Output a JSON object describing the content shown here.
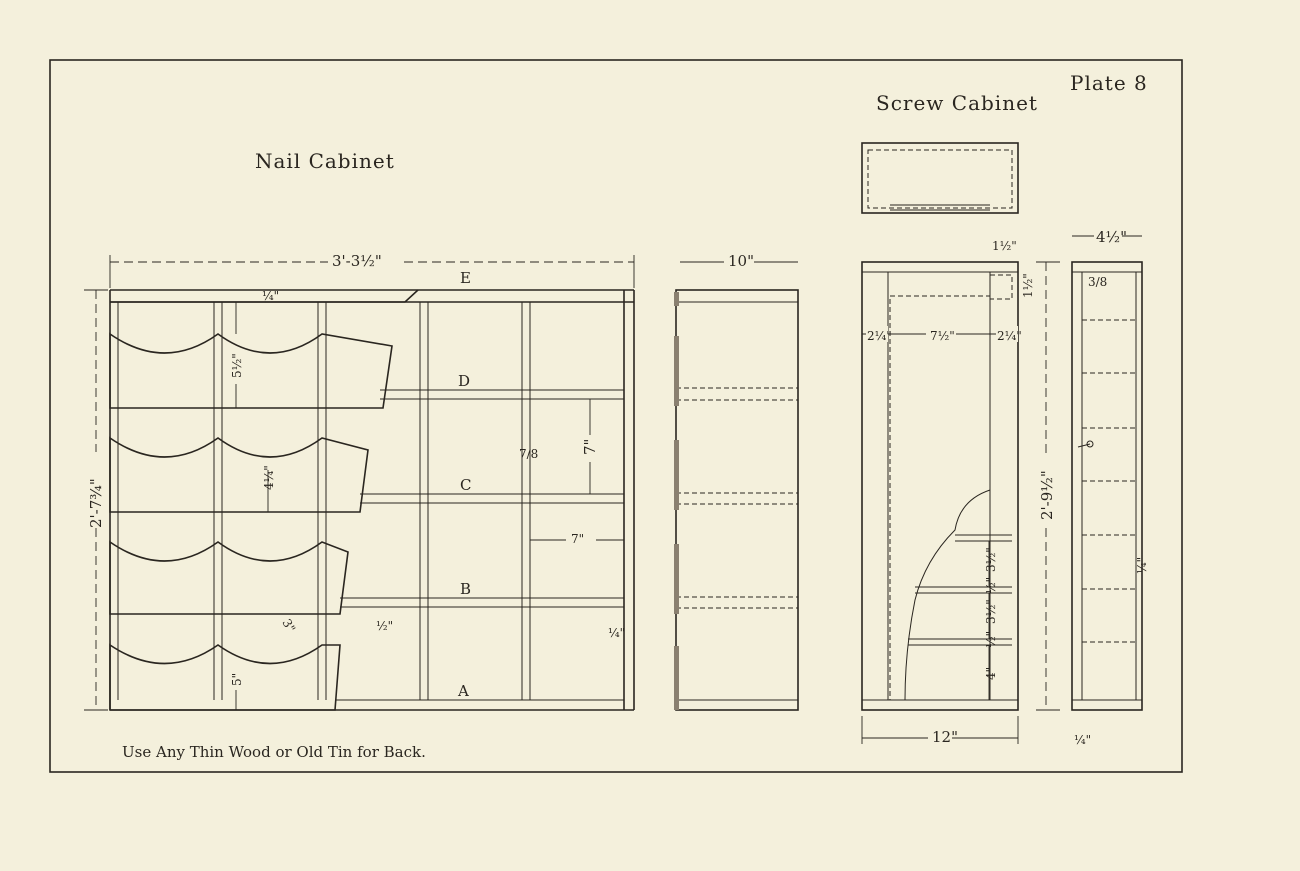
{
  "plate_label": "Plate 8",
  "nail_cabinet": {
    "title": "Nail Cabinet",
    "width_dim": "3'-3½\"",
    "height_dim": "2'-7¾\"",
    "shelf_labels": [
      "E",
      "D",
      "C",
      "B",
      "A"
    ],
    "dims": {
      "top_rail": "¼\"",
      "drawer_high": "5½\"",
      "drawer_mid": "4¼\"",
      "drawer_low": "5\"",
      "scallop": "3\"",
      "divider": "7/8",
      "compartment_h": "7\"",
      "compartment_w": "7\"",
      "shelf_thk": "½\"",
      "bottom_thk": "¼\""
    },
    "side_depth": "10\"",
    "note": "Use Any Thin Wood or Old Tin for Back."
  },
  "screw_cabinet": {
    "title": "Screw Cabinet",
    "top_dim": "1½\"",
    "top_dim2": "1½\"",
    "side_left": "2¼\"",
    "inner_w": "7½\"",
    "side_right": "2¼\"",
    "height": "2'-9½\"",
    "shelf_gap1": "3½\"",
    "shelf_thk1": "½\"",
    "shelf_gap2": "3½\"",
    "shelf_thk2": "½\"",
    "shelf_gap3": "4\"",
    "width": "12\"",
    "side_depth": "4½\"",
    "side_top": "3/8",
    "side_bottom": "¼\"",
    "side_mid": "¼\""
  }
}
